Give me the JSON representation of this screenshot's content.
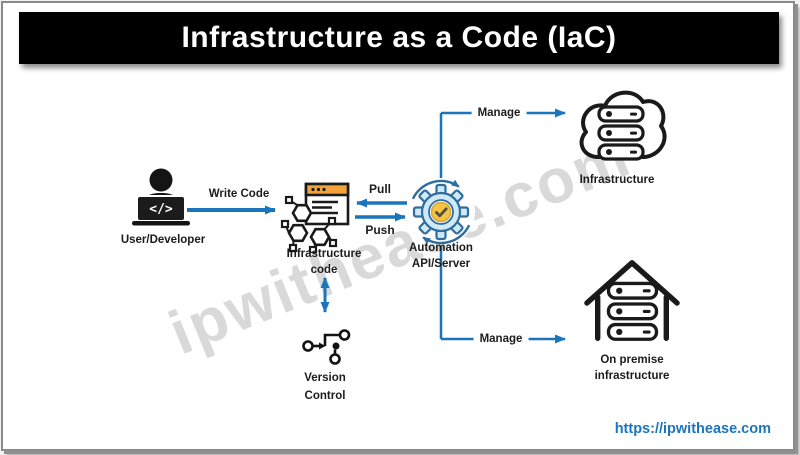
{
  "title": "Infrastructure as a Code (IaC)",
  "watermark": "ipwithease.com",
  "footer": {
    "url": "https://ipwithease.com"
  },
  "nodes": {
    "user": {
      "label": "User/Developer",
      "laptop_glyph": "</>",
      "icon": "developer-at-laptop-icon"
    },
    "infra_code": {
      "label_line1": "Infrastructure",
      "label_line2": "code",
      "icon": "code-window-molecule-icon"
    },
    "automation": {
      "label_line1": "Automation",
      "label_line2": "API/Server",
      "icon": "gear-sync-check-icon"
    },
    "cloud_infra": {
      "label": "Infrastructure",
      "icon": "cloud-servers-icon"
    },
    "onprem_infra": {
      "label_line1": "On premise",
      "label_line2": "infrastructure",
      "icon": "house-servers-icon"
    },
    "version_control": {
      "label_line1": "Version",
      "label_line2": "Control",
      "icon": "git-branch-icon"
    }
  },
  "edges": {
    "write_code": "Write Code",
    "pull": "Pull",
    "push": "Push",
    "manage_top": "Manage",
    "manage_bottom": "Manage"
  },
  "colors": {
    "arrow_blue": "#1b75bc",
    "window_header_orange": "#f2a33c",
    "gear_fill": "#cfe9f7",
    "gear_stroke": "#2d6e9e",
    "check_badge_yellow": "#f6c445",
    "check_mark": "#4f4f45",
    "icon_black": "#1a1a1a",
    "title_bg": "#000000",
    "title_text": "#ffffff",
    "link_blue": "#1b75bc",
    "watermark_gray": "#b9b9b9"
  }
}
